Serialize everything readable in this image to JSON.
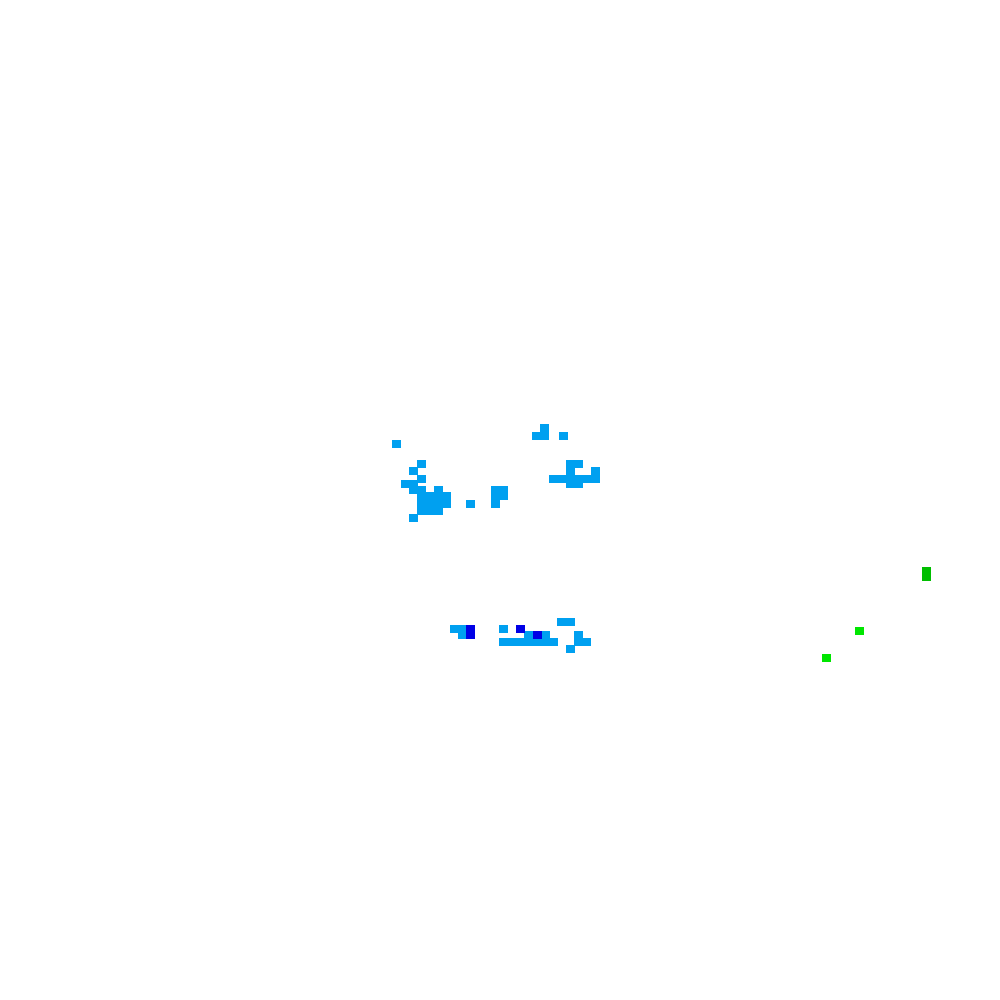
{
  "map": {
    "background": "#ffffff",
    "palette": {
      "light-blue": "#00a0f0",
      "dark-blue": "#0000e6",
      "dark-green": "#00be00",
      "bright-green": "#00e600"
    },
    "layers": [
      {
        "class": "light-blue",
        "cells": [
          [
            540,
            424
          ],
          [
            532,
            432
          ],
          [
            540,
            432
          ],
          [
            559,
            432
          ],
          [
            392,
            440
          ],
          [
            417,
            460
          ],
          [
            566,
            460
          ],
          [
            574,
            460
          ],
          [
            409,
            467
          ],
          [
            566,
            467
          ],
          [
            591,
            467
          ],
          [
            417,
            475
          ],
          [
            549,
            475
          ],
          [
            557,
            475
          ],
          [
            566,
            475
          ],
          [
            574,
            475
          ],
          [
            582,
            475
          ],
          [
            591,
            475
          ],
          [
            401,
            480
          ],
          [
            409,
            480
          ],
          [
            566,
            480
          ],
          [
            574,
            480
          ],
          [
            409,
            486
          ],
          [
            417,
            486
          ],
          [
            434,
            486
          ],
          [
            491,
            486
          ],
          [
            499,
            486
          ],
          [
            417,
            492
          ],
          [
            425,
            492
          ],
          [
            434,
            492
          ],
          [
            442,
            492
          ],
          [
            491,
            492
          ],
          [
            499,
            492
          ],
          [
            417,
            500
          ],
          [
            425,
            500
          ],
          [
            434,
            500
          ],
          [
            442,
            500
          ],
          [
            466,
            500
          ],
          [
            491,
            500
          ],
          [
            417,
            507
          ],
          [
            425,
            507
          ],
          [
            434,
            507
          ],
          [
            409,
            514
          ],
          [
            557,
            618
          ],
          [
            566,
            618
          ],
          [
            450,
            625
          ],
          [
            458,
            625
          ],
          [
            499,
            625
          ],
          [
            458,
            631
          ],
          [
            524,
            631
          ],
          [
            541,
            631
          ],
          [
            574,
            631
          ],
          [
            499,
            638
          ],
          [
            507,
            638
          ],
          [
            516,
            638
          ],
          [
            524,
            638
          ],
          [
            533,
            638
          ],
          [
            541,
            638
          ],
          [
            549,
            638
          ],
          [
            574,
            638
          ],
          [
            582,
            638
          ],
          [
            566,
            645
          ]
        ]
      },
      {
        "class": "dark-blue",
        "cells": [
          [
            466,
            625
          ],
          [
            516,
            625
          ],
          [
            466,
            631
          ],
          [
            533,
            631
          ]
        ]
      },
      {
        "class": "dark-green",
        "cells": [
          [
            922,
            567
          ],
          [
            922,
            573
          ]
        ]
      },
      {
        "class": "bright-green",
        "cells": [
          [
            855,
            627
          ],
          [
            822,
            654
          ]
        ]
      }
    ]
  }
}
